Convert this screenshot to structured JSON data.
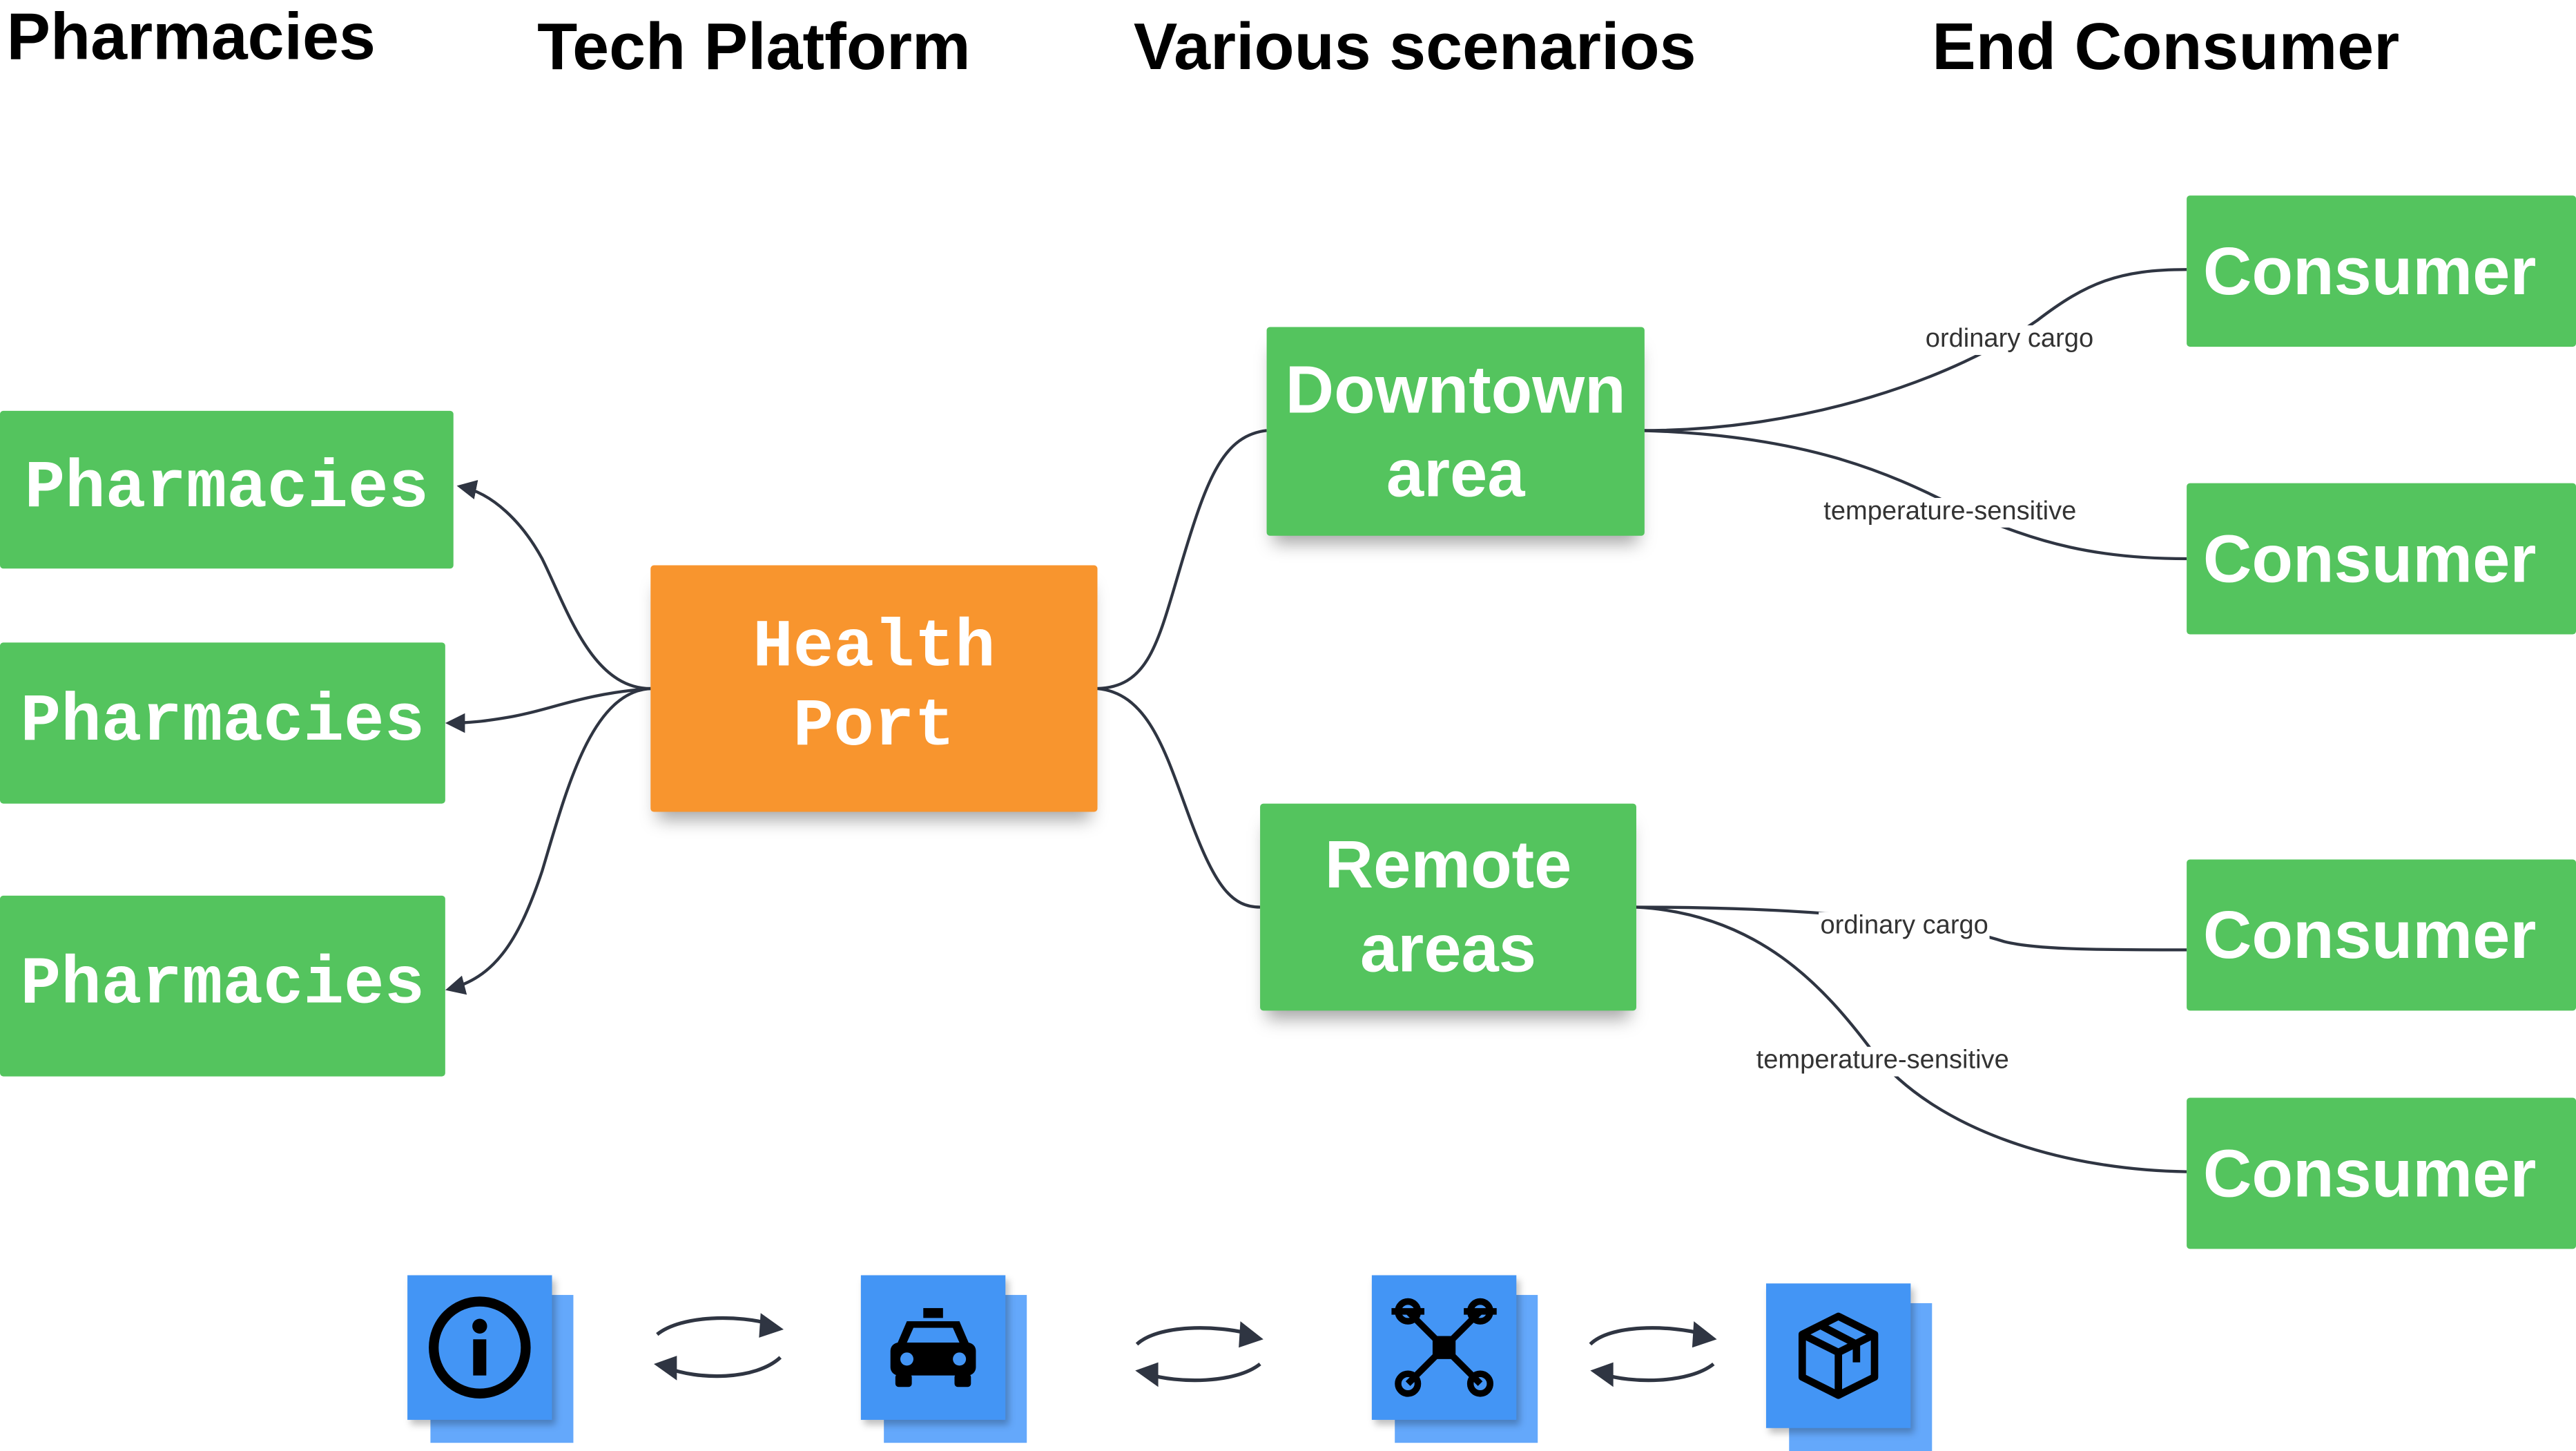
{
  "headers": {
    "pharmacies": "Pharmacies",
    "tech_platform": "Tech Platform",
    "scenarios": "Various scenarios",
    "end_consumer": "End Consumer"
  },
  "nodes": {
    "health_port": "Health\nPort",
    "pharmacies": [
      "Pharmacies",
      "Pharmacies",
      "Pharmacies"
    ],
    "downtown": "Downtown\narea",
    "remote": "Remote\nareas",
    "consumers": [
      "Consumer",
      "Consumer",
      "Consumer",
      "Consumer"
    ]
  },
  "edge_labels": {
    "downtown_ordinary": "ordinary cargo",
    "downtown_temperature": "temperature-sensitive",
    "remote_ordinary": "ordinary cargo",
    "remote_temperature": "temperature-sensitive"
  },
  "icons": [
    "info-icon",
    "taxi-icon",
    "drone-icon",
    "package-icon"
  ],
  "colors": {
    "node_green": "#54c45e",
    "platform_orange": "#f8952e",
    "icon_tile_blue": "#4395f5",
    "connector": "#2f3542"
  }
}
